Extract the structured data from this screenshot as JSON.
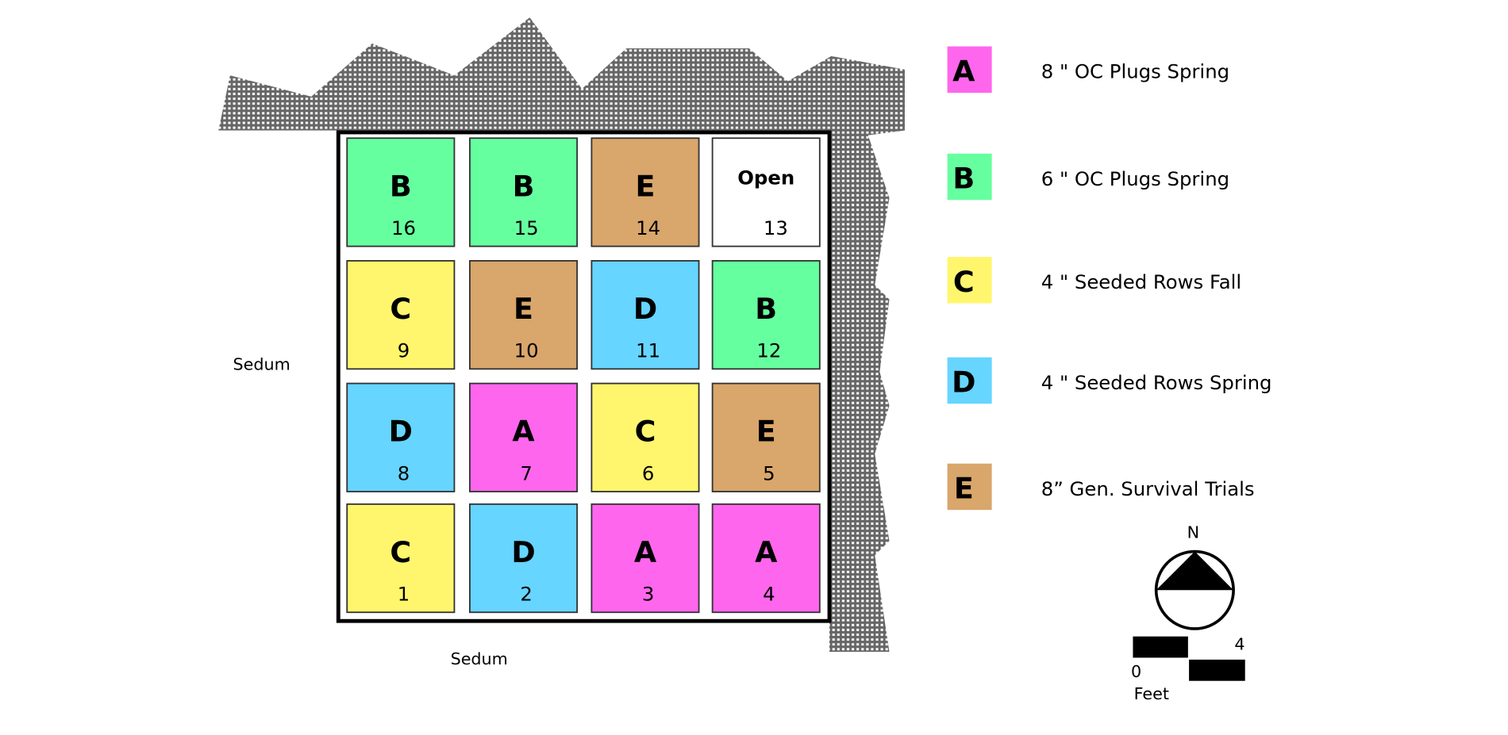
{
  "colors": {
    "A": "#ff66ee",
    "B": "#66ff9f",
    "C": "#fff66e",
    "D": "#66d5ff",
    "E": "#d9a66b",
    "open": "#ffffff"
  },
  "plots": [
    {
      "id": "16",
      "treatment": "B"
    },
    {
      "id": "15",
      "treatment": "B"
    },
    {
      "id": "14",
      "treatment": "E"
    },
    {
      "id": "13",
      "treatment": "Open"
    },
    {
      "id": "9",
      "treatment": "C"
    },
    {
      "id": "10",
      "treatment": "E"
    },
    {
      "id": "11",
      "treatment": "D"
    },
    {
      "id": "12",
      "treatment": "B"
    },
    {
      "id": "8",
      "treatment": "D"
    },
    {
      "id": "7",
      "treatment": "A"
    },
    {
      "id": "6",
      "treatment": "C"
    },
    {
      "id": "5",
      "treatment": "E"
    },
    {
      "id": "1",
      "treatment": "C"
    },
    {
      "id": "2",
      "treatment": "D"
    },
    {
      "id": "3",
      "treatment": "A"
    },
    {
      "id": "4",
      "treatment": "A"
    }
  ],
  "legend": [
    {
      "key": "A",
      "label": "8 \"  OC Plugs  Spring"
    },
    {
      "key": "B",
      "label": "6 \"  OC  Plugs  Spring"
    },
    {
      "key": "C",
      "label": "4 \"  Seeded Rows  Fall"
    },
    {
      "key": "D",
      "label": "4 \"  Seeded Rows Spring"
    },
    {
      "key": "E",
      "label": "8”  Gen. Survival Trials"
    }
  ],
  "labels": {
    "sedum_west": "Sedum",
    "sedum_south": "Sedum"
  },
  "compass": {
    "north": "N"
  },
  "scale": {
    "min": "0",
    "max": "4",
    "unit": "Feet"
  }
}
